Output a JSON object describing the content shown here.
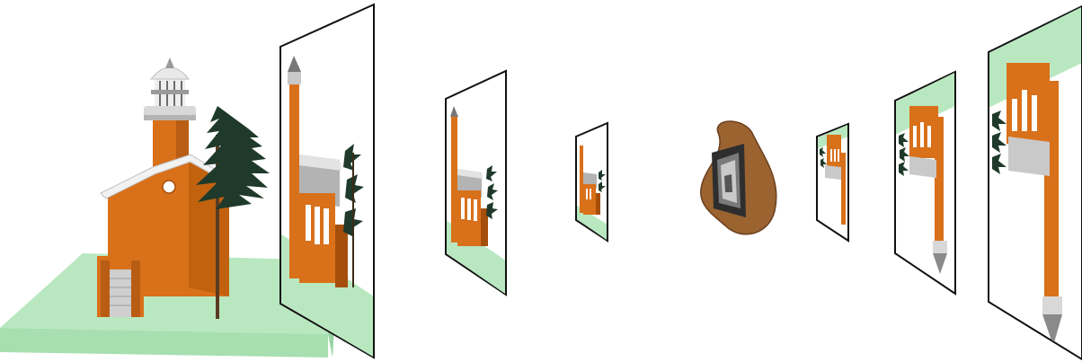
{
  "diagram": {
    "description_visible_text": "",
    "colors": {
      "background": "#ffffff",
      "ground": "#b9e8c0",
      "ground_dark": "#8fd39b",
      "brick": "#d9701a",
      "brick_dark": "#a64f0c",
      "roof": "#e6e6e6",
      "roof_shadow": "#a9a9a9",
      "tree": "#1f3a2a",
      "frame": "#111111",
      "blob": "#9a6330",
      "blob_dark": "#6b4020"
    },
    "elements": [
      {
        "name": "lighthouse-scene"
      },
      {
        "name": "projection-plane-1"
      },
      {
        "name": "projection-plane-2"
      },
      {
        "name": "projection-plane-3"
      },
      {
        "name": "aperture-blob"
      },
      {
        "name": "inverted-plane-1"
      },
      {
        "name": "inverted-plane-2"
      },
      {
        "name": "inverted-plane-3"
      }
    ]
  }
}
